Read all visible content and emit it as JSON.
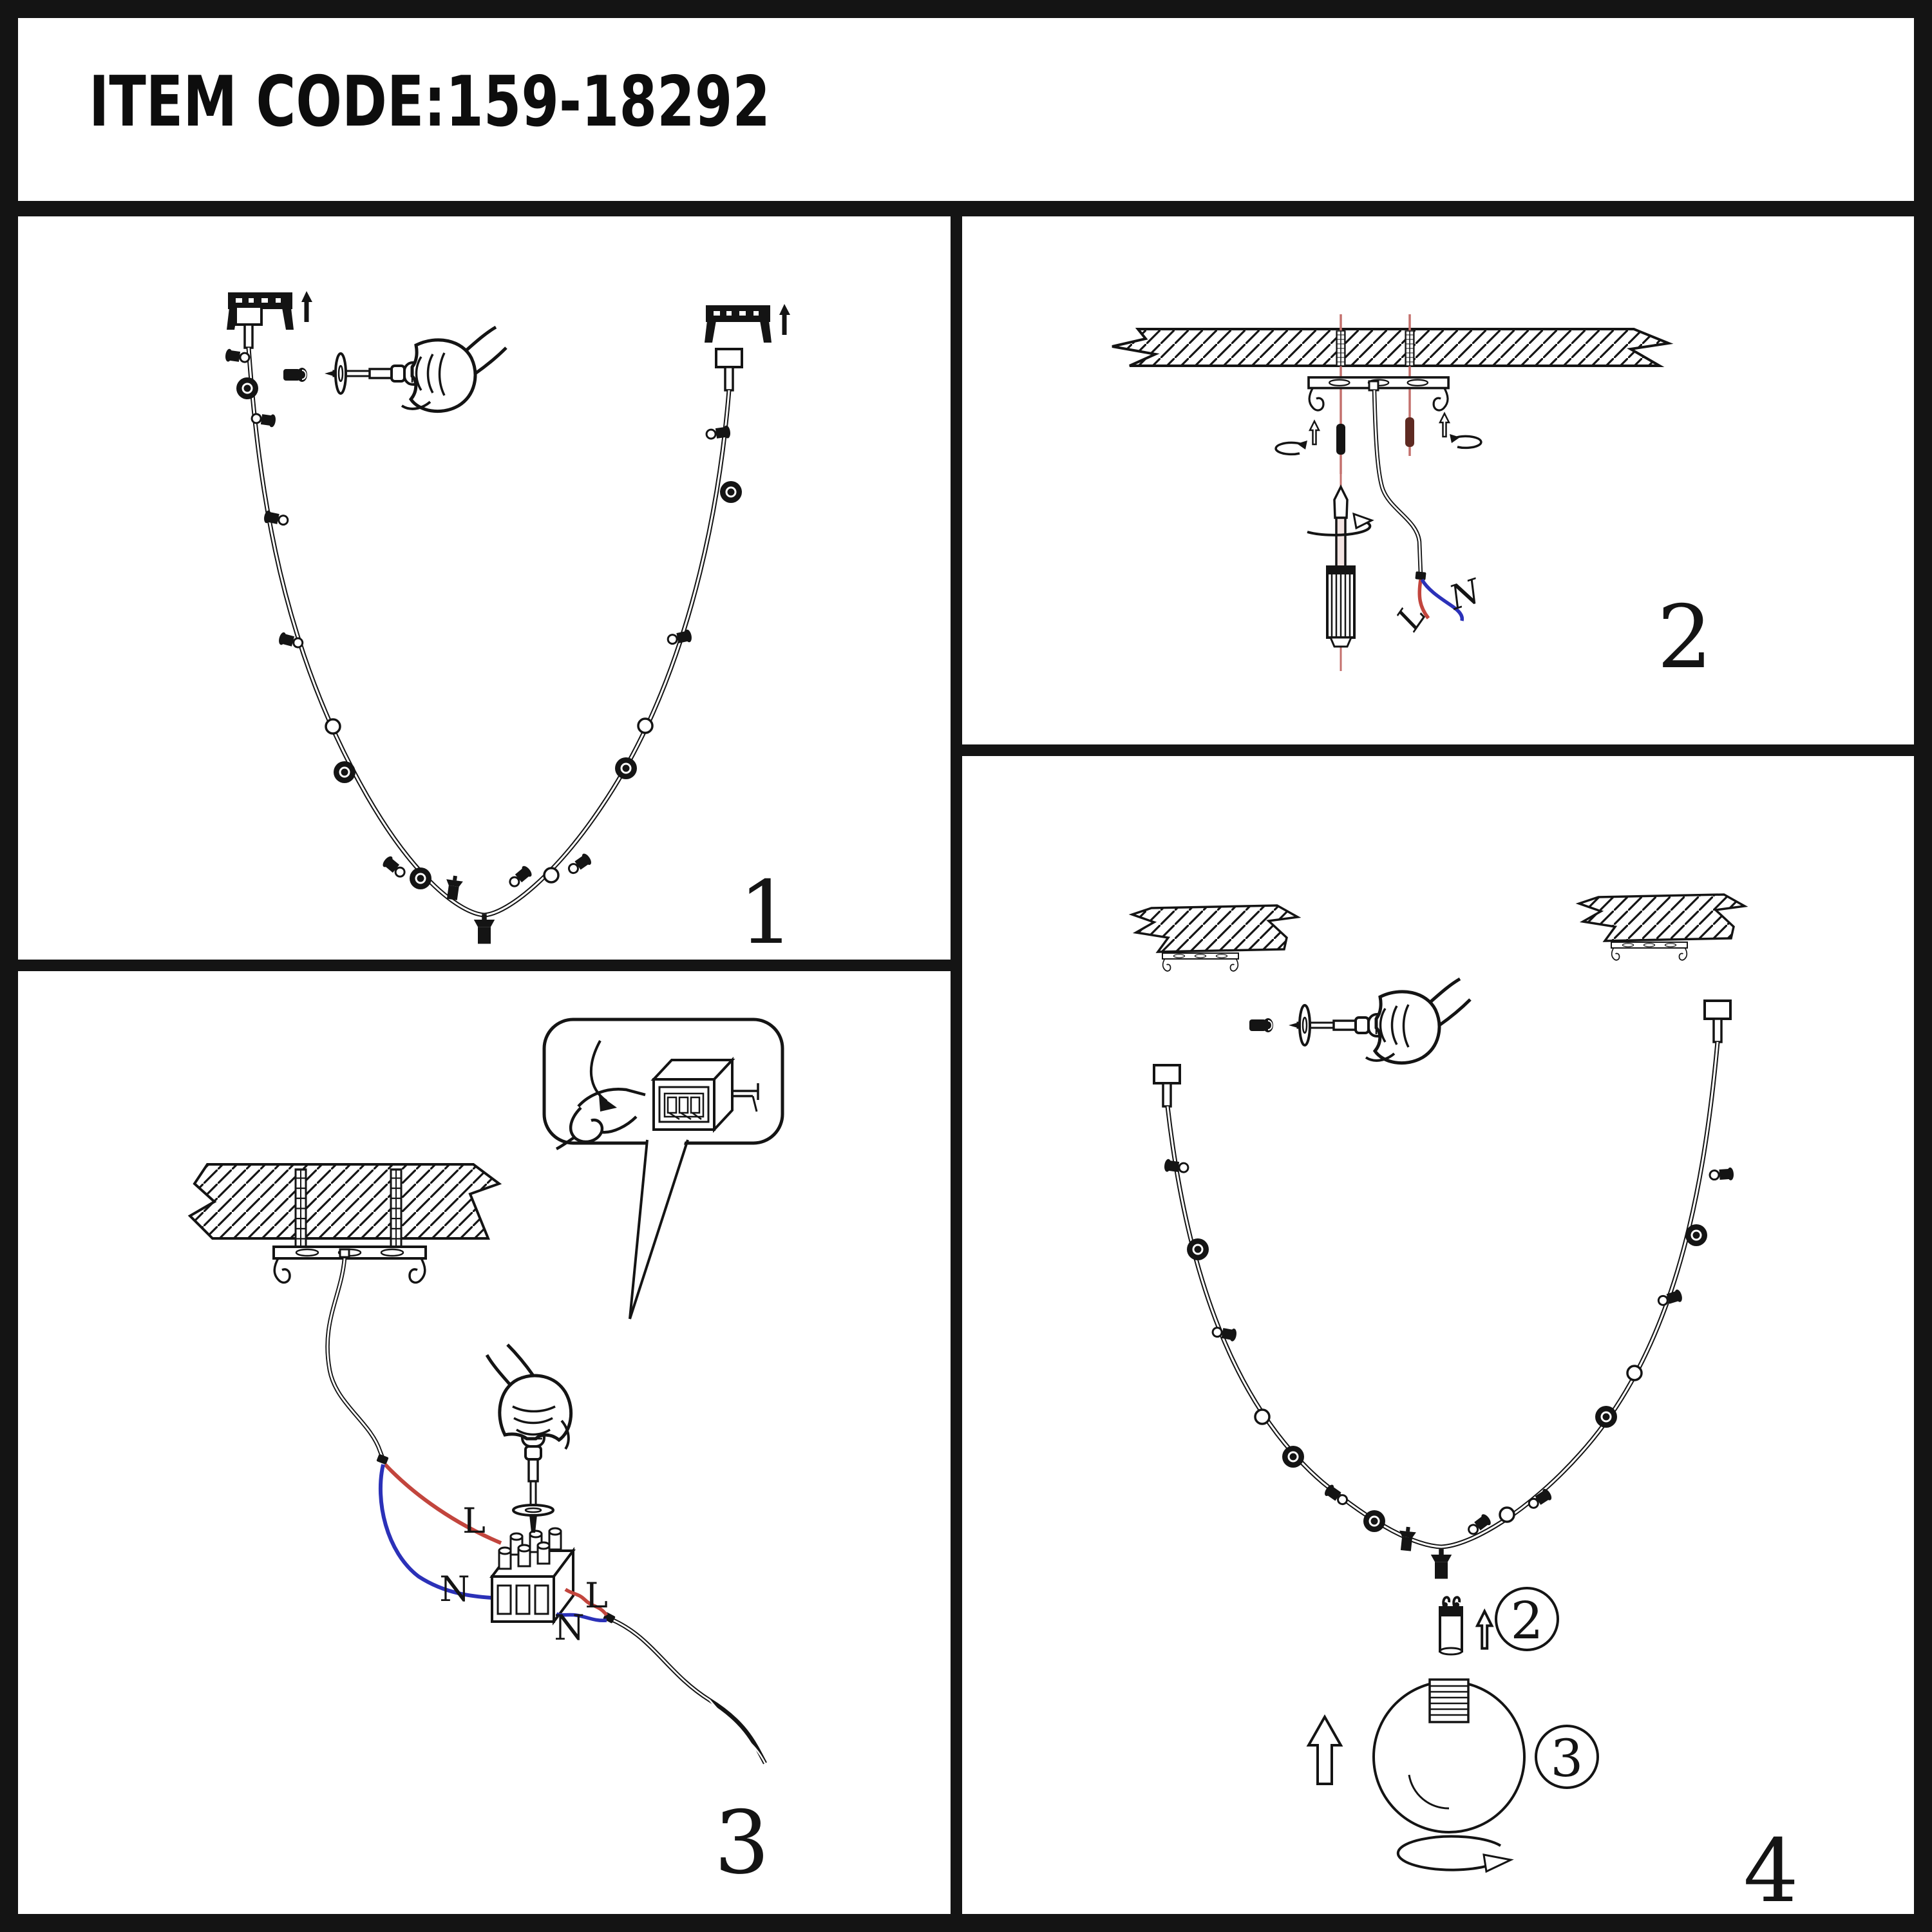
{
  "header": {
    "item_code": "ITEM CODE:159-18292"
  },
  "colors": {
    "ink": "#141414",
    "live_wire_red": "#c2453d",
    "neutral_wire_blue": "#2b31b8",
    "screw_maroon": "#5e2a22",
    "thread_red": "#c4706d"
  },
  "panels": {
    "step1": {
      "number": "1"
    },
    "step2": {
      "number": "2",
      "wire_live_label": "L",
      "wire_neutral_label": "N"
    },
    "step3": {
      "number": "3",
      "mains_live_label": "L",
      "mains_neutral_label": "N",
      "fixture_live_label": "L",
      "fixture_neutral_label": "N"
    },
    "step4": {
      "number": "4",
      "socket_step_label": "2",
      "bulb_step_label": "3"
    }
  }
}
